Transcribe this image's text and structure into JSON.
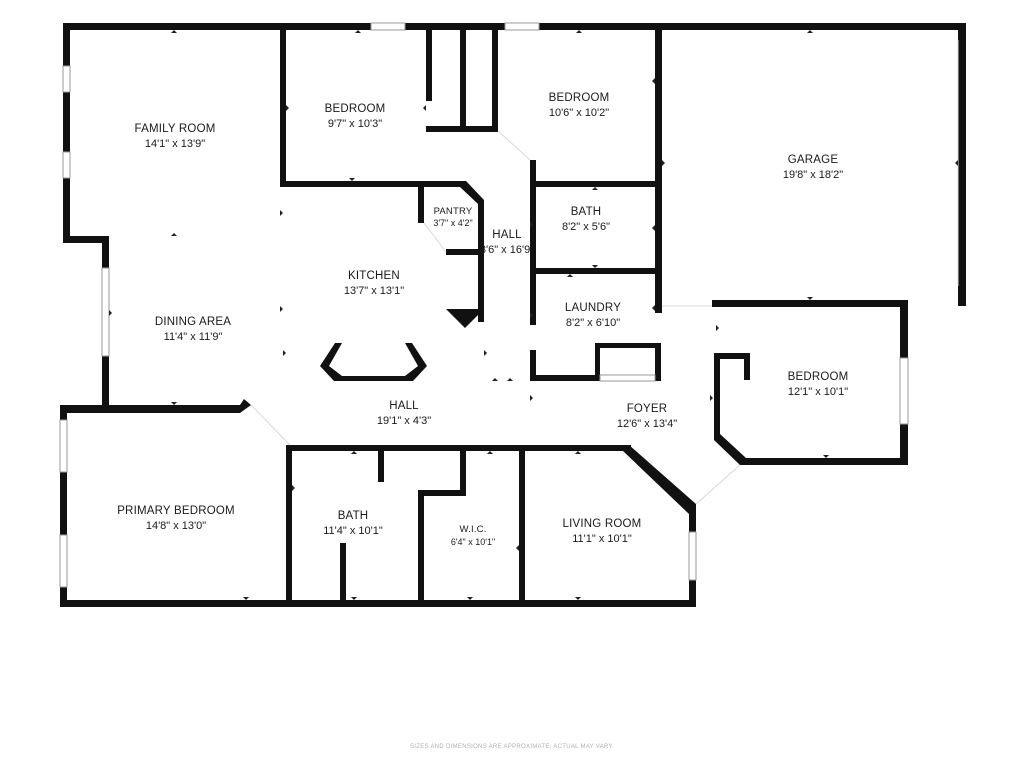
{
  "rooms": {
    "family_room": {
      "name": "FAMILY ROOM",
      "dim": "14'1\" x 13'9\""
    },
    "bedroom_1": {
      "name": "BEDROOM",
      "dim": "9'7\" x 10'3\""
    },
    "bedroom_2": {
      "name": "BEDROOM",
      "dim": "10'6\" x 10'2\""
    },
    "garage": {
      "name": "GARAGE",
      "dim": "19'8\" x 18'2\""
    },
    "pantry": {
      "name": "PANTRY",
      "dim": "3'7\" x 4'2\""
    },
    "hall_center": {
      "name": "HALL",
      "dim": "3'6\" x 16'9\""
    },
    "bath_upper": {
      "name": "BATH",
      "dim": "8'2\" x 5'6\""
    },
    "kitchen": {
      "name": "KITCHEN",
      "dim": "13'7\" x 13'1\""
    },
    "laundry": {
      "name": "LAUNDRY",
      "dim": "8'2\" x 6'10\""
    },
    "dining_area": {
      "name": "DINING AREA",
      "dim": "11'4\" x 11'9\""
    },
    "bedroom_3": {
      "name": "BEDROOM",
      "dim": "12'1\" x 10'1\""
    },
    "hall_lower": {
      "name": "HALL",
      "dim": "19'1\" x 4'3\""
    },
    "foyer": {
      "name": "FOYER",
      "dim": "12'6\" x 13'4\""
    },
    "primary_bedroom": {
      "name": "PRIMARY BEDROOM",
      "dim": "14'8\" x 13'0\""
    },
    "bath_primary": {
      "name": "BATH",
      "dim": "11'4\" x 10'1\""
    },
    "wic": {
      "name": "W.I.C.",
      "dim": "6'4\" x 10'1\""
    },
    "living_room": {
      "name": "LIVING ROOM",
      "dim": "11'1\" x 10'1\""
    }
  },
  "footer": {
    "disclaimer": "SIZES AND DIMENSIONS ARE APPROXIMATE, ACTUAL MAY VARY."
  },
  "colors": {
    "wall": "#111111",
    "background": "#ffffff"
  }
}
